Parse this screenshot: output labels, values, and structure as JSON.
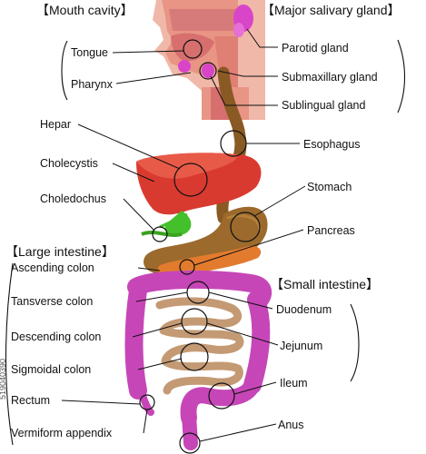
{
  "headers": {
    "mouth_cavity": "【Mouth cavity】",
    "major_salivary_gland": "【Major salivary gland】",
    "large_intestine": "【Large intestine】",
    "small_intestine": "【Small intestine】"
  },
  "labels": {
    "tongue": "Tongue",
    "pharynx": "Pharynx",
    "parotid_gland": "Parotid gland",
    "submaxillary_gland": "Submaxillary gland",
    "sublingual_gland": "Sublingual gland",
    "hepar": "Hepar",
    "esophagus": "Esophagus",
    "cholecystis": "Cholecystis",
    "stomach": "Stomach",
    "choledochus": "Choledochus",
    "pancreas": "Pancreas",
    "ascending_colon": "Ascending colon",
    "tansverse_colon": "Tansverse colon",
    "duodenum": "Duodenum",
    "descending_colon": "Descending colon",
    "jejunum": "Jejunum",
    "sigmoidal_colon": "Sigmoidal colon",
    "ileum": "Ileum",
    "rectum": "Rectum",
    "vermiform_appendix": "Vermiform appendix",
    "anus": "Anus"
  },
  "watermark": "519040390",
  "colors": {
    "skin": "#f0b8a8",
    "flesh": "#e07f73",
    "oral_pink": "#d76f6f",
    "salivary_magenta": "#d845c8",
    "esophagus_brown": "#8a5a24",
    "liver_red": "#d93a2f",
    "gallbladder_green": "#44c02a",
    "stomach_brown": "#9b6a2c",
    "pancreas_orange": "#e37b2e",
    "colon_magenta": "#c646b8",
    "small_intestine_tan": "#c49a74"
  }
}
